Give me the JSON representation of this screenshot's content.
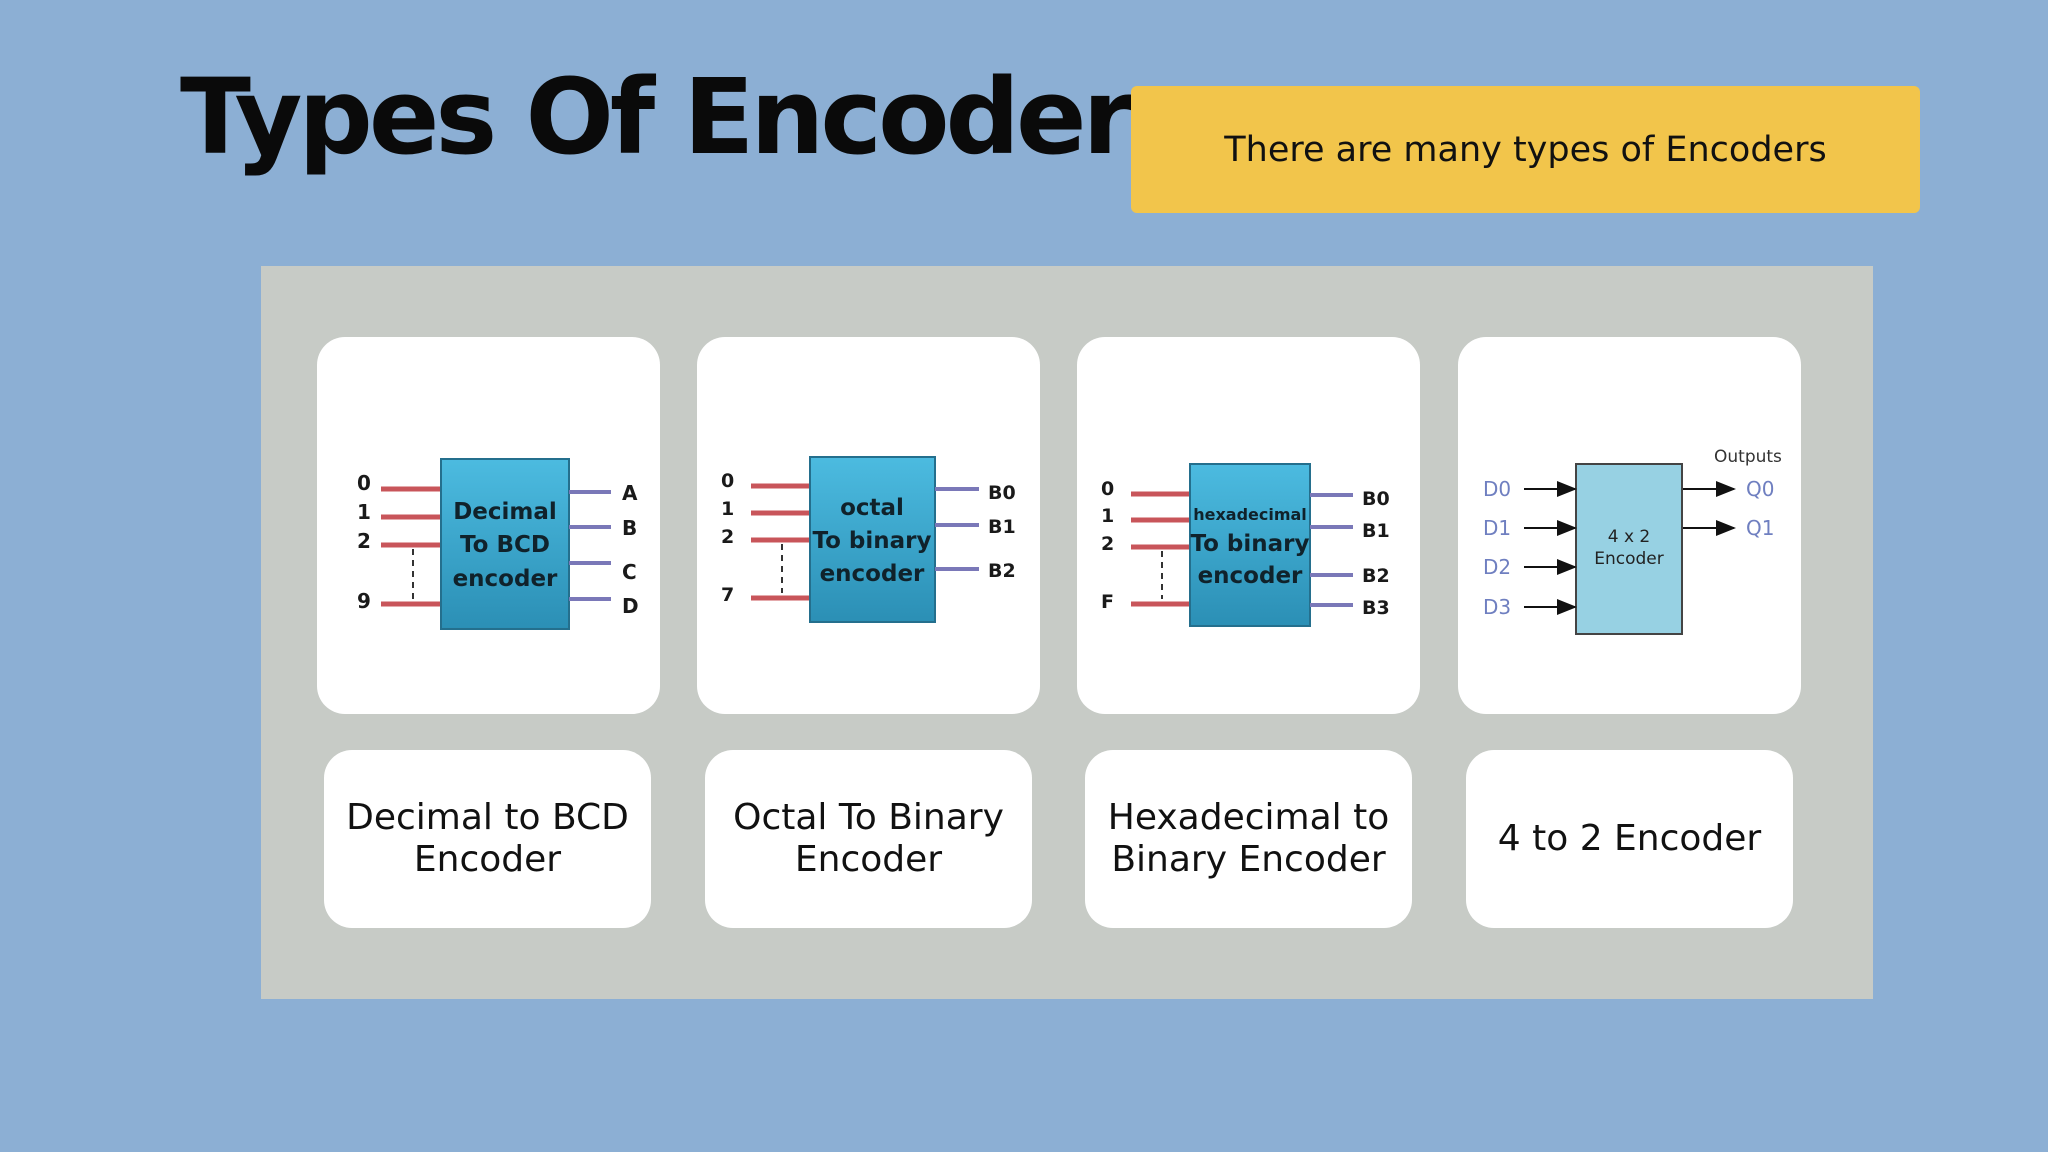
{
  "slide": {
    "title": "Types Of Encoders",
    "banner": "There are many types of Encoders"
  },
  "cards": [
    {
      "box_lines": [
        "Decimal",
        "To BCD",
        "encoder"
      ],
      "inputs": [
        "0",
        "1",
        "2",
        "9"
      ],
      "outputs": [
        "A",
        "B",
        "C",
        "D"
      ],
      "caption": "Decimal to BCD Encoder"
    },
    {
      "box_lines": [
        "octal",
        "To binary",
        "encoder"
      ],
      "inputs": [
        "0",
        "1",
        "2",
        "7"
      ],
      "outputs": [
        "B0",
        "B1",
        "B2"
      ],
      "caption": "Octal To Binary Encoder"
    },
    {
      "box_lines": [
        "hexadecimal",
        "To binary",
        "encoder"
      ],
      "inputs": [
        "0",
        "1",
        "2",
        "F"
      ],
      "outputs": [
        "B0",
        "B1",
        "B2",
        "B3"
      ],
      "caption": "Hexadecimal to Binary Encoder"
    },
    {
      "box_lines": [
        "4 x 2",
        "Encoder"
      ],
      "outputs_title": "Outputs",
      "inputs": [
        "D0",
        "D1",
        "D2",
        "D3"
      ],
      "outputs": [
        "Q0",
        "Q1"
      ],
      "caption": "4 to 2 Encoder"
    }
  ],
  "colors": {
    "background": "#8cafd4",
    "banner": "#f2c54b",
    "panel": "#c7cbc6",
    "block_fill": "#3aa9cf",
    "input_wire": "#c8555a",
    "output_wire": "#7a78b8",
    "simple_block_fill": "#97d1e3",
    "simple_label": "#6f7fc0"
  }
}
